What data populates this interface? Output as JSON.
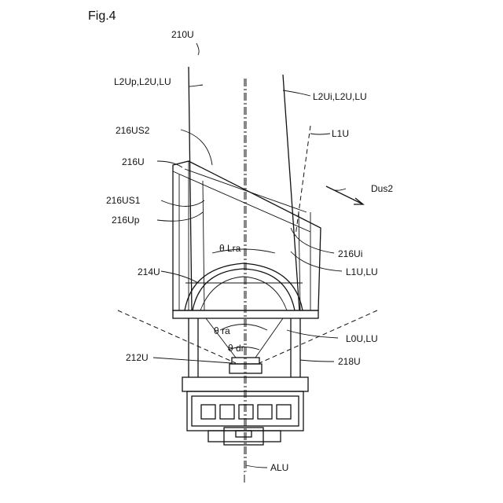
{
  "figure": {
    "title": "Fig.4"
  },
  "labels": {
    "l210U": "210U",
    "l2Up": "L2Up,L2U,LU",
    "l2Ui": "L2Ui,L2U,LU",
    "l1U": "L1U",
    "l216US2": "216US2",
    "l216U": "216U",
    "dus2": "Dus2",
    "l216US1": "216US1",
    "l216Up": "216Up",
    "l216Ui": "216Ui",
    "thetaLra": "θ Lra",
    "l214U": "214U",
    "l1ULU": "L1U,LU",
    "thetaRa": "θ ra",
    "l0ULU": "L0U,LU",
    "thetaDr": "θ dr",
    "l212U": "212U",
    "l218U": "218U",
    "alu": "ALU"
  },
  "page": {
    "number": ""
  }
}
